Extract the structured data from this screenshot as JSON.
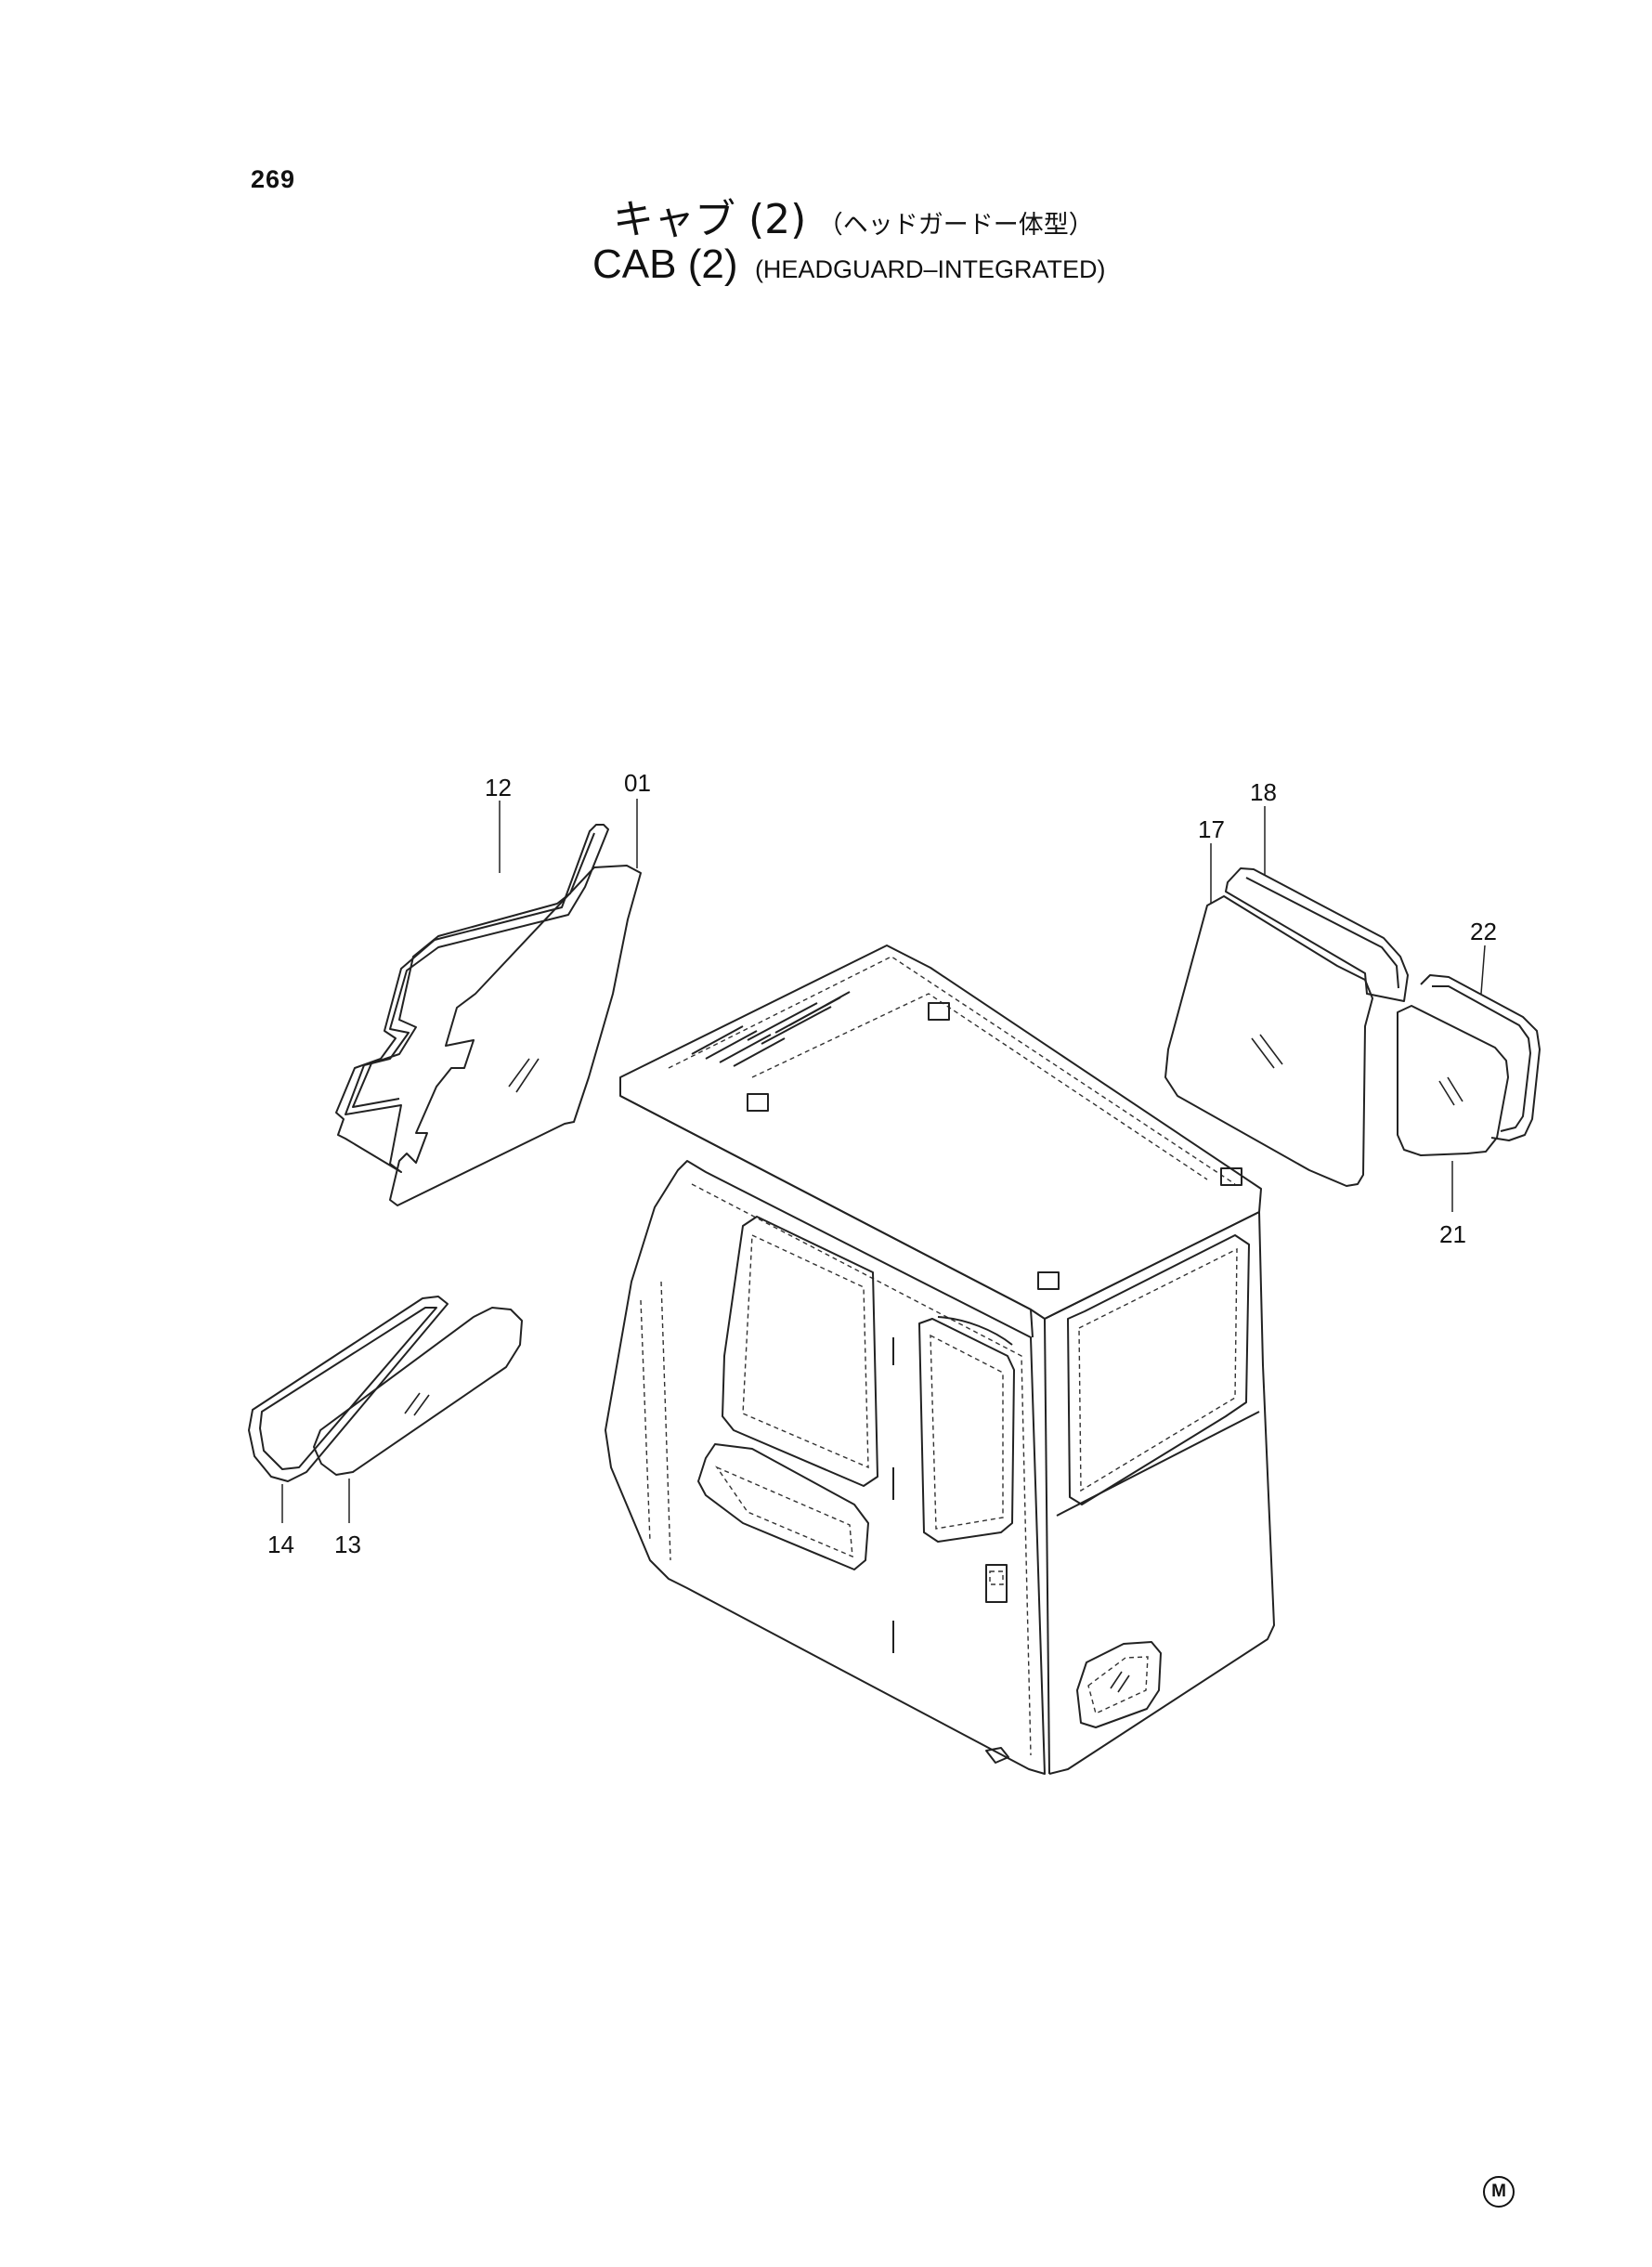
{
  "page_number": "269",
  "title": {
    "jp_main": "キャブ (2)",
    "jp_sub": "（ヘッドガードー体型）",
    "en_main": "CAB  (2)",
    "en_sub": "(HEADGUARD–INTEGRATED)"
  },
  "callouts": {
    "c01": "01",
    "c12": "12",
    "c13": "13",
    "c14": "14",
    "c17": "17",
    "c18": "18",
    "c21": "21",
    "c22": "22"
  },
  "corner_mark": "M"
}
